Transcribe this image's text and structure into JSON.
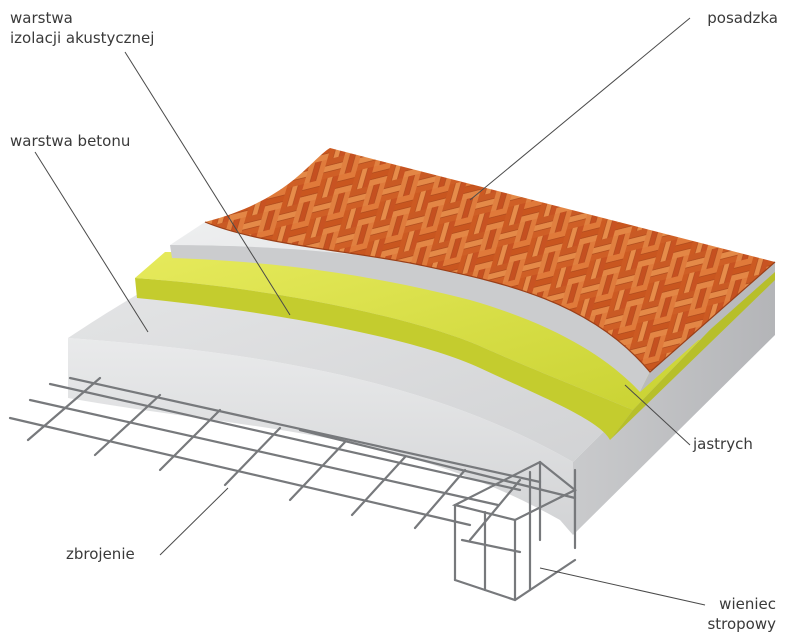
{
  "labels": {
    "acoustic_line1": "warstwa",
    "acoustic_line2": "izolacji akustycznej",
    "concrete": "warstwa betonu",
    "floor": "posadzka",
    "screed": "jastrych",
    "reinforcement": "zbrojenie",
    "ring_beam_line1": "wieniec",
    "ring_beam_line2": "stropowy"
  },
  "colors": {
    "concrete": "#d9dadb",
    "acoustic": "#d6df3c",
    "screed": "#e3e4e6",
    "parquet": "#d9692b",
    "rebar": "#7d7f82",
    "leader": "#4a4a4a"
  }
}
